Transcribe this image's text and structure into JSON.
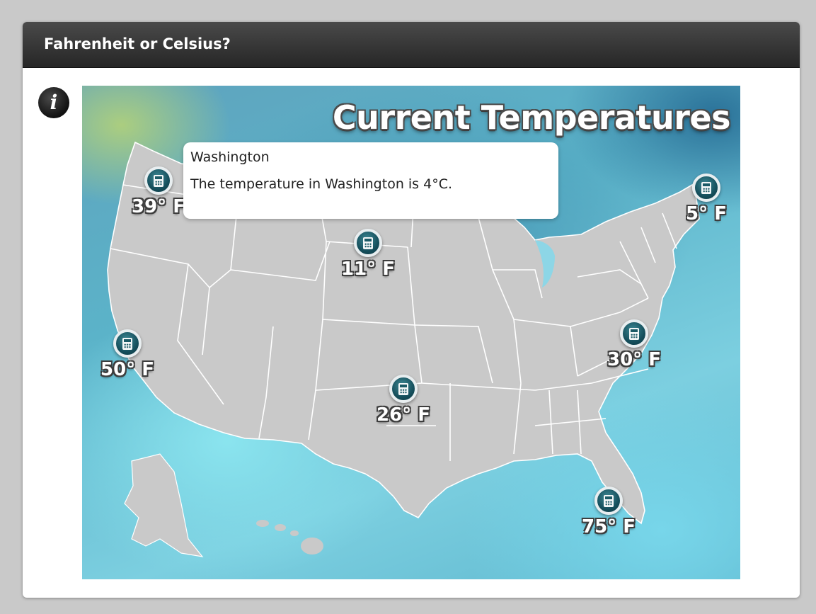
{
  "window": {
    "title": "Fahrenheit or Celsius?"
  },
  "info_button": {
    "label": "i"
  },
  "map": {
    "title": "Current Temperatures",
    "colors": {
      "land": "#c9c9c9",
      "borders": "#ffffff",
      "pin": "#154f5c"
    },
    "pins": [
      {
        "id": "washington",
        "temp": "39° F"
      },
      {
        "id": "maine",
        "temp": "5° F"
      },
      {
        "id": "south-dakota",
        "temp": "11° F"
      },
      {
        "id": "california",
        "temp": "50° F"
      },
      {
        "id": "virginia",
        "temp": "30° F"
      },
      {
        "id": "oklahoma",
        "temp": "26° F"
      },
      {
        "id": "florida",
        "temp": "75° F"
      }
    ]
  },
  "tooltip": {
    "title": "Washington",
    "body": "The temperature in Washington is 4°C."
  }
}
